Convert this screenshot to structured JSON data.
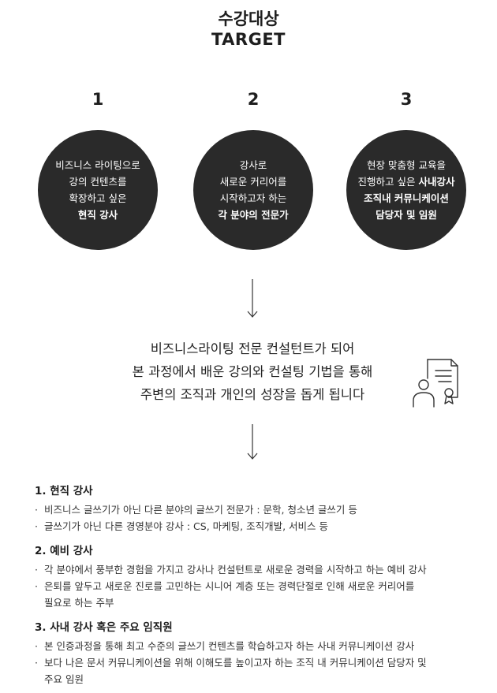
{
  "header": {
    "title_ko": "수강대상",
    "title_en": "TARGET"
  },
  "targets": [
    {
      "number": "1",
      "lines": [
        "비즈니스 라이팅으로",
        "강의 컨텐츠를",
        "확장하고 싶은"
      ],
      "bold": "현직 강사"
    },
    {
      "number": "2",
      "lines": [
        "강사로",
        "새로운 커리어를",
        "시작하고자 하는"
      ],
      "bold": "각 분야의 전문가"
    },
    {
      "number": "3",
      "line1": "현장 맞춤형 교육을",
      "line2_normal": "진행하고 싶은 ",
      "line2_bold": "사내강사",
      "line3_bold": "조직내 커뮤니케이션",
      "line4_bold": "담당자 및 임원"
    }
  ],
  "summary": [
    "비즈니스라이팅 전문 컨설턴트가 되어",
    "본 과정에서 배운 강의와 컨설팅 기법을 통해",
    "주변의 조직과 개인의 성장을 돕게 됩니다"
  ],
  "icons": {
    "arrow": "arrow-down-icon",
    "certificate": "certificate-icon"
  },
  "details": [
    {
      "title": "1. 현직 강사",
      "items": [
        [
          "비즈니스 글쓰기가 아닌 다른 분야의 글쓰기 전문가 : 문학, 청소년 글쓰기 등"
        ],
        [
          "글쓰기가 아닌 다른 경영분야 강사 : CS, 마케팅, 조직개발, 서비스 등"
        ]
      ]
    },
    {
      "title": "2. 예비 강사",
      "items": [
        [
          "각 분야에서 풍부한 경험을 가지고 강사나 컨설턴트로 새로운 경력을 시작하고 하는 예비 강사"
        ],
        [
          "은퇴를 앞두고 새로운 진로를 고민하는 시니어 계층 또는 경력단절로 인해 새로운 커리어를",
          "필요로 하는 주부"
        ]
      ]
    },
    {
      "title": "3. 사내 강사 혹은 주요 임직원",
      "items": [
        [
          "본 인증과정을 통해 최고 수준의 글쓰기 컨텐츠를 학습하고자 하는 사내 커뮤니케이션 강사"
        ],
        [
          "보다 나은 문서 커뮤니케이션을 위해 이해도를 높이고자 하는 조직 내 커뮤니케이션 담당자 및",
          "주요 임원"
        ]
      ]
    }
  ]
}
